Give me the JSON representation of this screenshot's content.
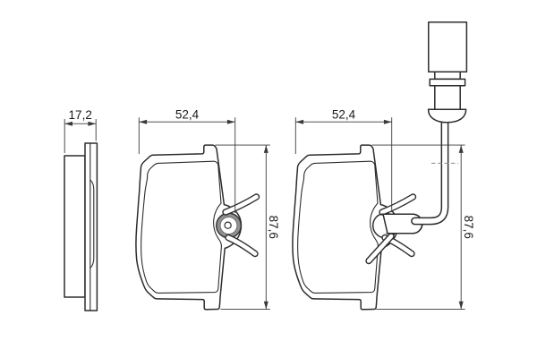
{
  "dimensions": {
    "side_thickness": "17,2",
    "pad1_width": "52,4",
    "pad1_height": "87,6",
    "pad2_width": "52,4",
    "pad2_height": "87,6"
  },
  "colors": {
    "line": "#2d2d2d",
    "dim": "#3a3a3a",
    "text": "#1a1a1a",
    "boss_ring": "#8f8f8f",
    "background": "#ffffff"
  }
}
